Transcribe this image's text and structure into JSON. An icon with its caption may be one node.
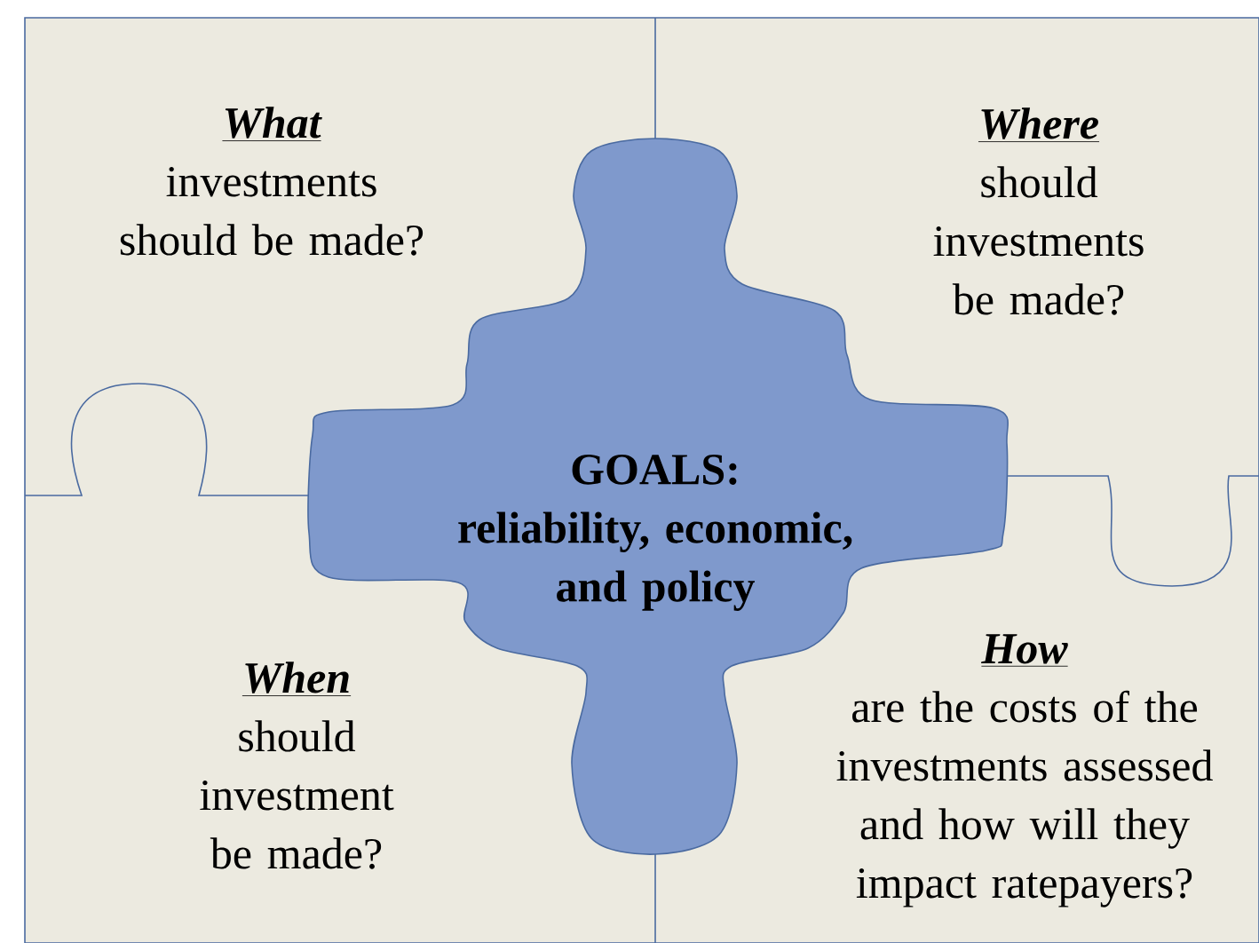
{
  "diagram": {
    "nodes": [
      {
        "text": [
          "What",
          "investments should be made?"
        ]
      },
      {
        "text": [
          "Where",
          "should investments be made?"
        ]
      },
      {
        "text": [
          "GOALS:",
          "reliability, economic, and policy"
        ]
      },
      {
        "text": [
          "When",
          "should investment be made?"
        ]
      },
      {
        "text": [
          "How",
          "are the costs of the investments assessed and how will they impact ratepayers?"
        ]
      }
    ]
  }
}
